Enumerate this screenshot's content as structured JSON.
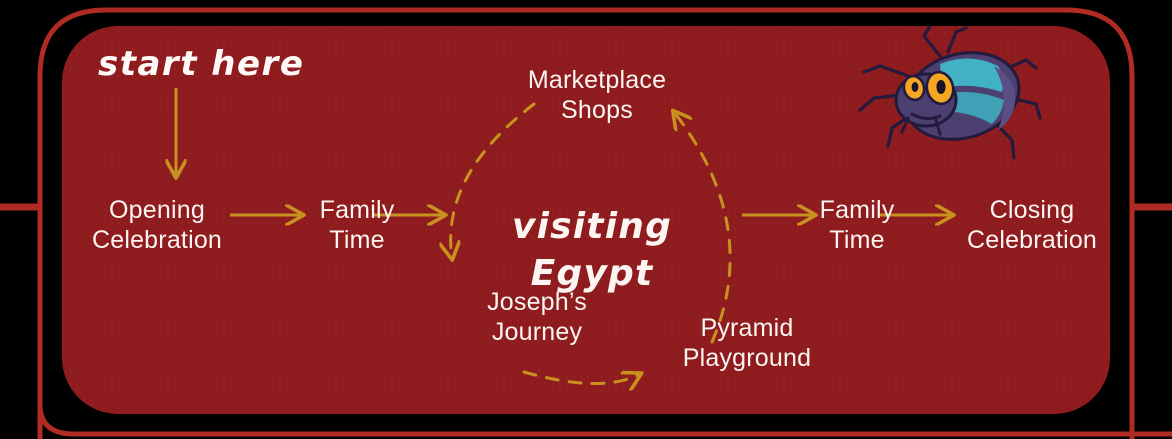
{
  "theme": {
    "background": "#000000",
    "frame_stroke": "#b02b22",
    "panel_fill": "#8e1c1e",
    "text_color": "#fbf4f1",
    "arrow_color": "#c9921f",
    "beetle_body": "#4b4070",
    "beetle_stripe": "#3fb8c8",
    "beetle_eye": "#f5a623"
  },
  "diagram": {
    "type": "flow",
    "start_label": "start here",
    "center_title_line1": "visiting",
    "center_title_line2": "Egypt",
    "nodes": [
      {
        "id": "opening",
        "line1": "Opening",
        "line2": "Celebration"
      },
      {
        "id": "family1",
        "line1": "Family",
        "line2": "Time"
      },
      {
        "id": "marketplace",
        "line1": "Marketplace",
        "line2": "Shops"
      },
      {
        "id": "joseph",
        "line1": "Joseph’s",
        "line2": "Journey"
      },
      {
        "id": "pyramid",
        "line1": "Pyramid",
        "line2": "Playground"
      },
      {
        "id": "family2",
        "line1": "Family",
        "line2": "Time"
      },
      {
        "id": "closing",
        "line1": "Closing",
        "line2": "Celebration"
      }
    ],
    "connectors": [
      {
        "from": "start-label",
        "to": "opening",
        "style": "solid",
        "direction": "down"
      },
      {
        "from": "opening",
        "to": "family1",
        "style": "solid",
        "direction": "right"
      },
      {
        "from": "family1",
        "to": "joseph",
        "style": "dashed",
        "direction": "down"
      },
      {
        "from": "joseph",
        "to": "pyramid",
        "style": "dashed",
        "direction": "right"
      },
      {
        "from": "pyramid",
        "to": "marketplace",
        "style": "dashed",
        "direction": "up"
      },
      {
        "from": "marketplace",
        "to": "family2",
        "style": "solid",
        "direction": "right"
      },
      {
        "from": "family2",
        "to": "closing",
        "style": "solid",
        "direction": "right"
      }
    ],
    "illustration": "scarab-beetle"
  }
}
